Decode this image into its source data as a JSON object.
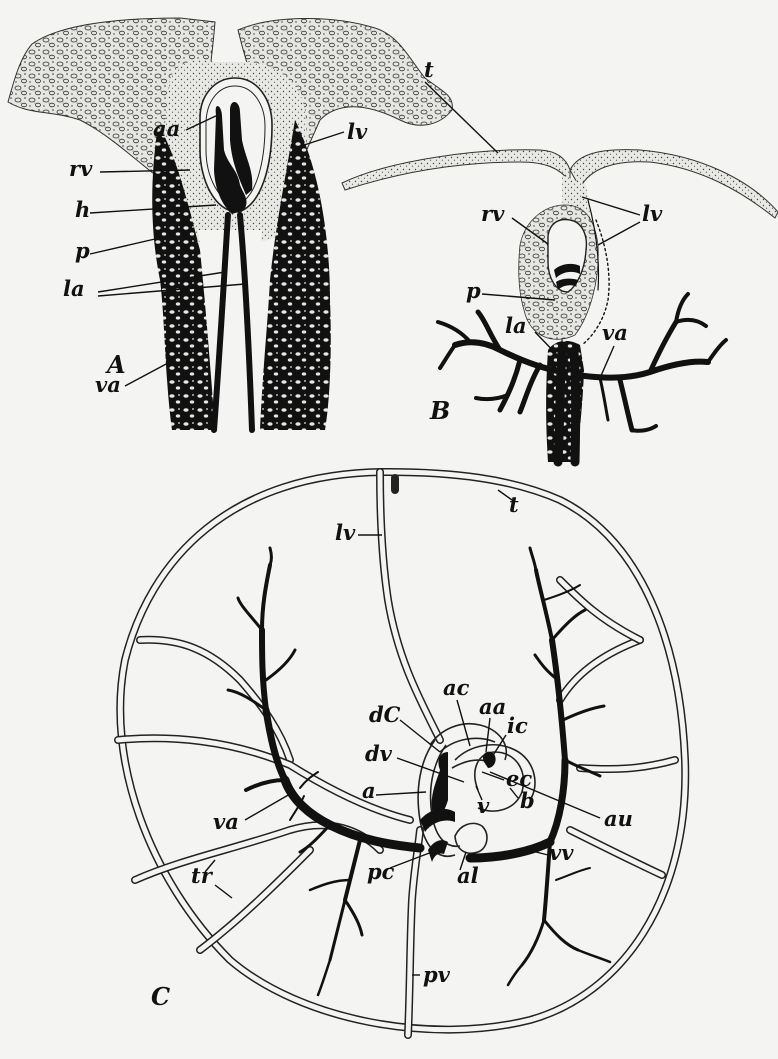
{
  "panels": {
    "A": {
      "title": "A",
      "labels": {
        "aa": "aa",
        "rv": "rv",
        "h": "h",
        "p": "p",
        "la": "la",
        "va": "va",
        "lv": "lv"
      }
    },
    "B": {
      "title": "B",
      "labels": {
        "t": "t",
        "rv": "rv",
        "lv": "lv",
        "p": "p",
        "la": "la",
        "va": "va"
      }
    },
    "C": {
      "title": "C",
      "labels": {
        "t": "t",
        "lv": "lv",
        "ac": "ac",
        "aa": "aa",
        "dC": "dC",
        "ic": "ic",
        "dv": "dv",
        "ec": "ec",
        "a": "a",
        "v": "v",
        "b": "b",
        "au": "au",
        "va": "va",
        "vv": "vv",
        "tr": "tr",
        "pc": "pc",
        "al": "al",
        "pv": "pv"
      }
    }
  },
  "colors": {
    "ink": "#111111",
    "paper": "#f4f4f2",
    "stipple": "#e2e2de"
  }
}
